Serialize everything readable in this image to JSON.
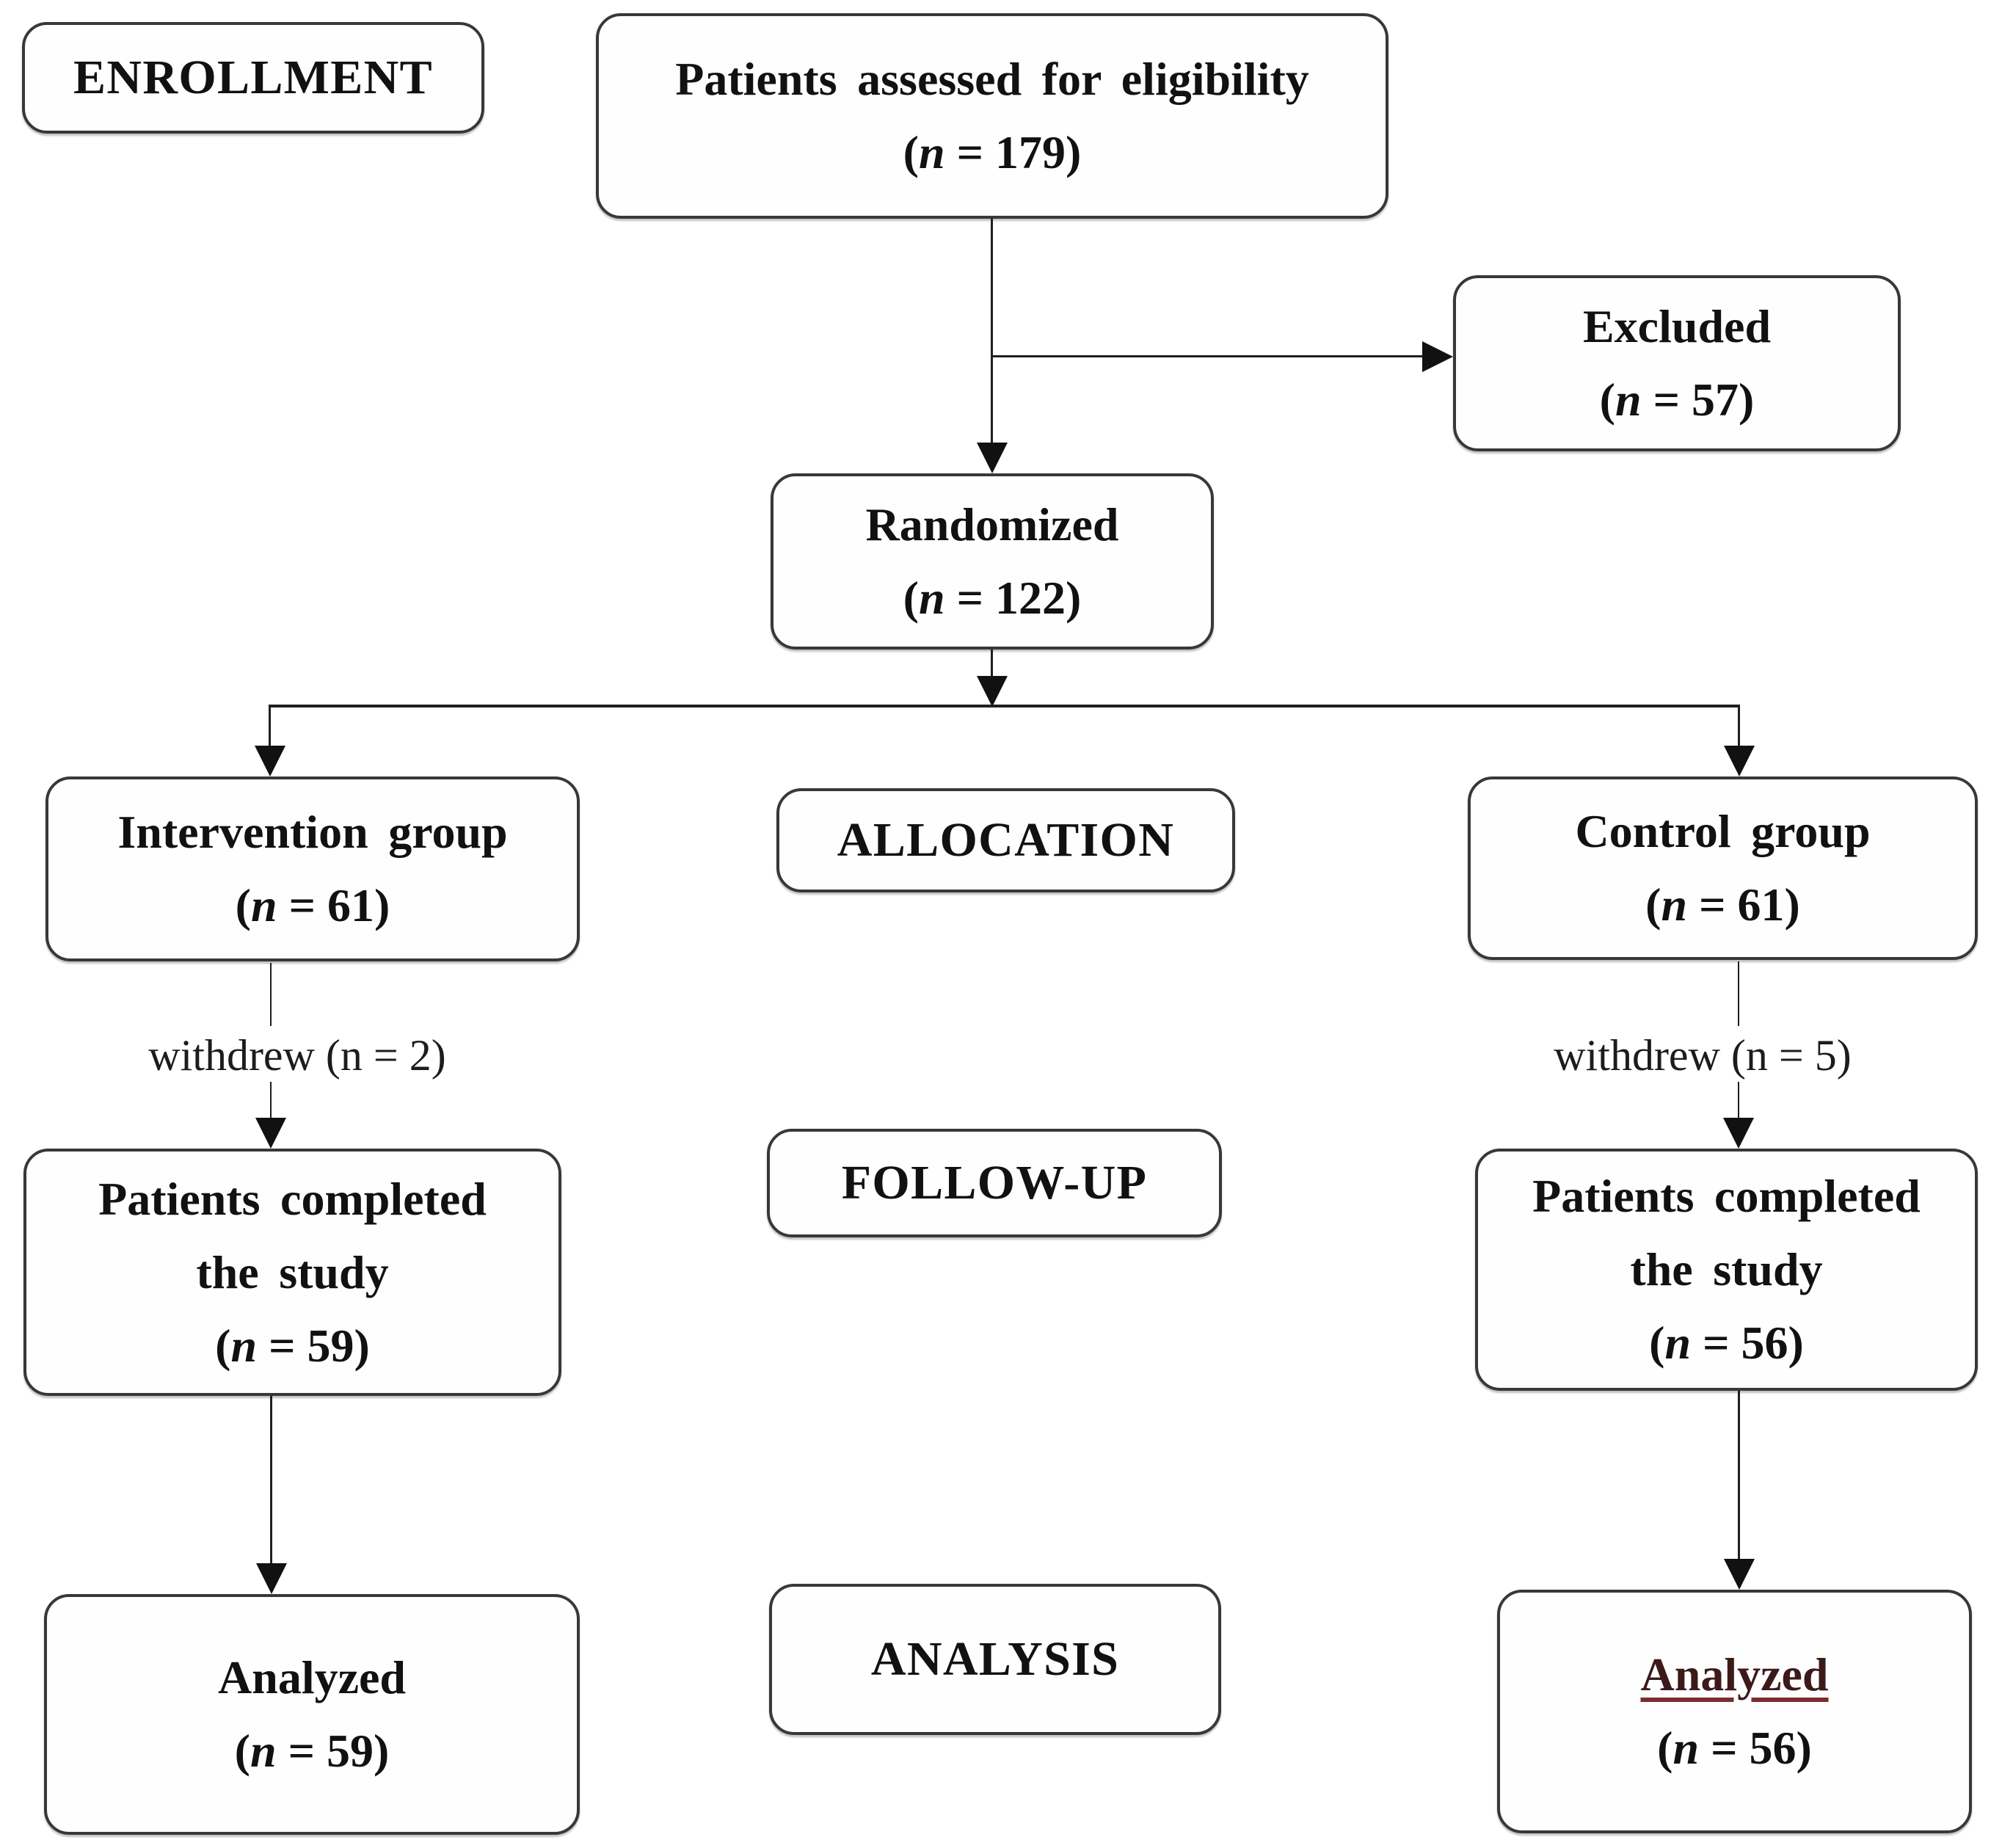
{
  "figure": {
    "background": "#ffffff",
    "line_color": "#1f1f1f",
    "border_color": "#383838",
    "analyzed_control_text_color": "#3c1a1a",
    "analyzed_control_underline_color": "#7b2c2c"
  },
  "stages": {
    "enrollment": "ENROLLMENT",
    "allocation": "ALLOCATION",
    "follow_up": "FOLLOW-UP",
    "analysis": "ANALYSIS"
  },
  "nodes": {
    "eligibility": {
      "line1": "Patients assessed for eligibility",
      "count": "(n = 179)"
    },
    "excluded": {
      "line1": "Excluded",
      "count": "(n = 57)"
    },
    "randomized": {
      "line1": "Randomized",
      "count": "(n = 122)"
    },
    "intervention": {
      "line1": "Intervention group",
      "count": "(n = 61)"
    },
    "control": {
      "line1": "Control group",
      "count": "(n = 61)"
    },
    "completed_intervention": {
      "line1": "Patients completed",
      "line2": "the study",
      "count": "(n = 59)"
    },
    "completed_control": {
      "line1": "Patients completed",
      "line2": "the study",
      "count": "(n = 56)"
    },
    "analyzed_intervention": {
      "line1": "Analyzed",
      "count": "(n = 59)"
    },
    "analyzed_control": {
      "line1": "Analyzed",
      "count": "(n = 56)"
    }
  },
  "edges": {
    "withdrew_intervention": "withdrew (n = 2)",
    "withdrew_control": "withdrew (n = 5)"
  }
}
